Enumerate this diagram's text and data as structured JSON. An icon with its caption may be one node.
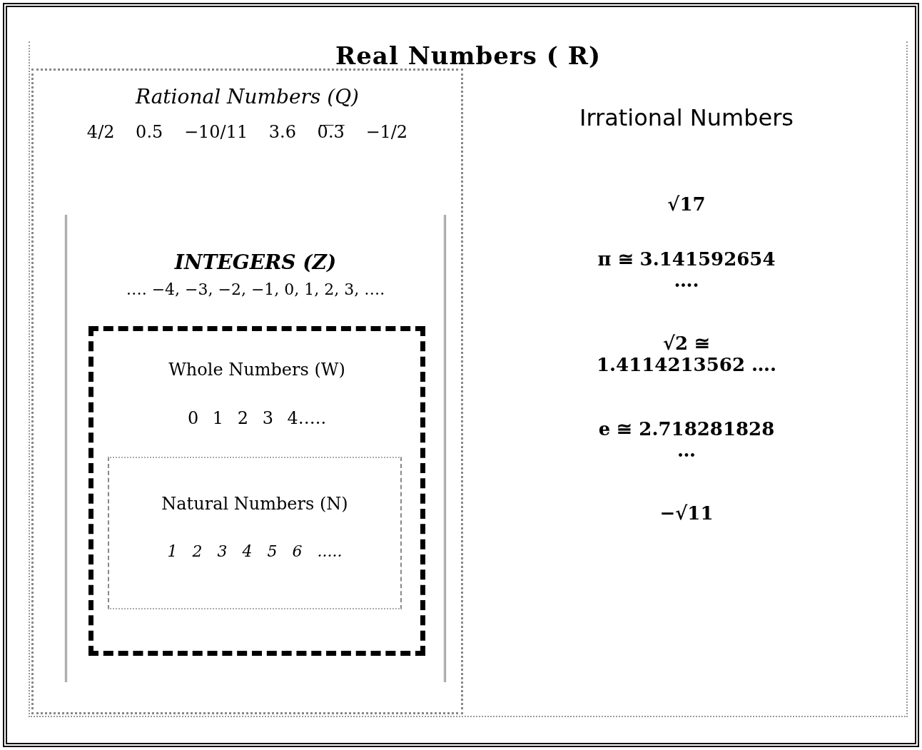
{
  "diagram": {
    "nodes": [
      {
        "text": [
          "Real Numbers ( R)"
        ]
      },
      {
        "text": [
          "Rational Numbers (Q)",
          "4/2 0.5 −10/11 3.6 0̅.̅3̅ −1/2"
        ],
        "in": 0
      },
      {
        "text": [
          "INTEGERS (Z)",
          "…. −4, −3, −2, −1, 0, 1, 2, 3, …."
        ],
        "in": 1
      },
      {
        "text": [
          "Whole Numbers (W)",
          "0 1 2 3 4….."
        ],
        "in": 2
      },
      {
        "text": [
          "Natural Numbers (N)",
          "1 2 3 4 5 6 ....."
        ],
        "in": 3
      },
      {
        "text": [
          "Irrational Numbers",
          "√17",
          "π ≅ 3.141592654 ….",
          "√2 ≅ 1.4114213562 ….",
          "e ≅ 2.718281828 …",
          "−√11"
        ],
        "in": 0
      }
    ],
    "edges": []
  }
}
